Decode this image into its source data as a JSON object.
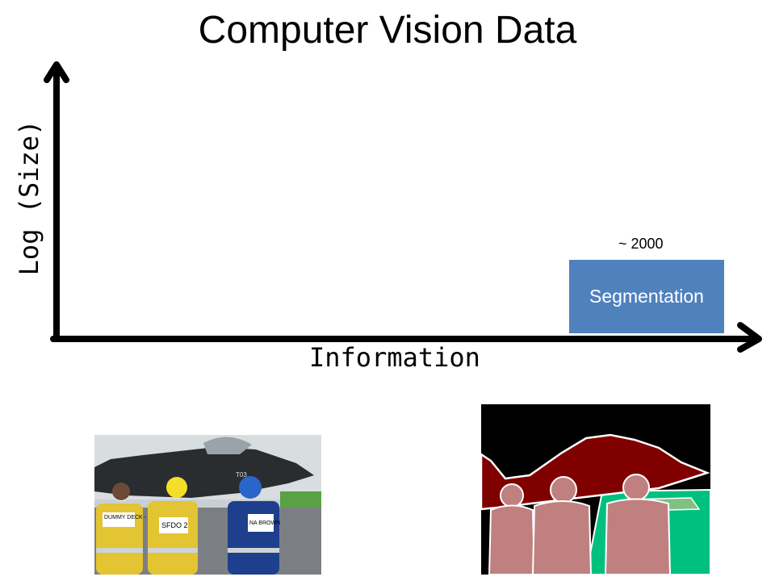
{
  "title": "Computer Vision Data",
  "axes": {
    "ylabel": "Log (Size)",
    "xlabel": "Information"
  },
  "bar": {
    "label": "Segmentation",
    "value_label": "~ 2000",
    "color": "#4f81bd"
  },
  "photo_vests": [
    "DUMMY DECK - 1",
    "SFDO 2",
    "NA BROWN"
  ],
  "photo_tail_code": "T03",
  "colors": {
    "sky": "#000000",
    "aircraft": "#800000",
    "person": "#c08080",
    "grass": "#00c080",
    "tarmac": "#80c080"
  }
}
